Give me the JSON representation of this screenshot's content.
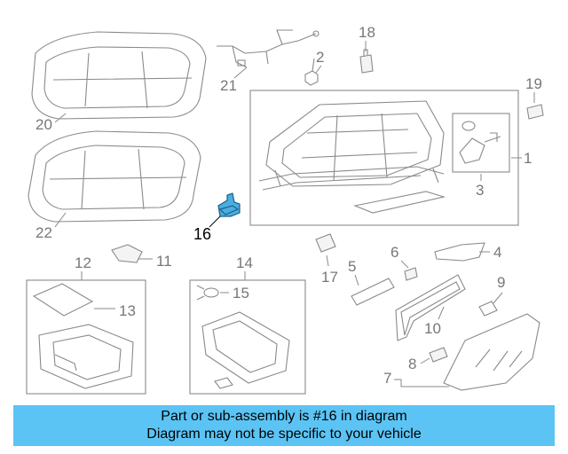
{
  "callouts": {
    "c1": "1",
    "c2": "2",
    "c3": "3",
    "c4": "4",
    "c5": "5",
    "c6": "6",
    "c7": "7",
    "c8": "8",
    "c9": "9",
    "c10": "10",
    "c11": "11",
    "c12": "12",
    "c13": "13",
    "c14": "14",
    "c15": "15",
    "c16": "16",
    "c17": "17",
    "c18": "18",
    "c19": "19",
    "c20": "20",
    "c21": "21",
    "c22": "22"
  },
  "highlighted_part": "16",
  "highlight_color": "#4aaee0",
  "banner": {
    "line1": "Part or sub-assembly is #16 in diagram",
    "line2": "Diagram may not be specific to your vehicle",
    "background": "#5bc4f5"
  }
}
